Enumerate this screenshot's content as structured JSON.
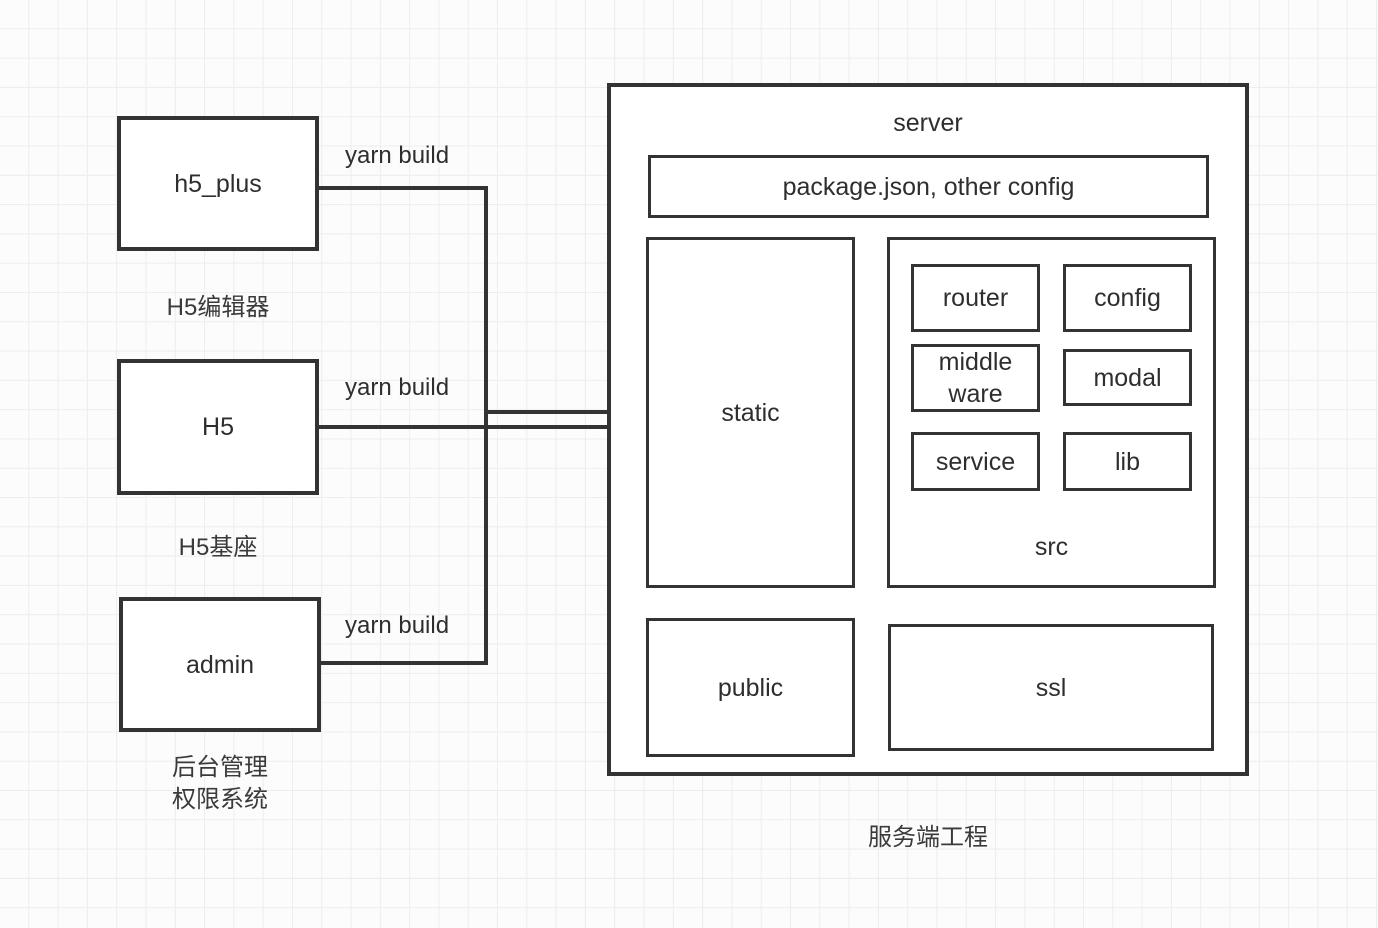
{
  "diagram": {
    "title": "服务端工程",
    "colors": {
      "stroke": "#333333",
      "text": "#2e2e2e",
      "background": "#fcfcfc",
      "grid": "#ededed",
      "box_fill": "#ffffff"
    }
  },
  "sources": [
    {
      "id": "h5_plus",
      "label": "h5_plus",
      "caption": "H5编辑器",
      "edge_label": "yarn build"
    },
    {
      "id": "h5",
      "label": "H5",
      "caption": "H5基座",
      "edge_label": "yarn build"
    },
    {
      "id": "admin",
      "label": "admin",
      "caption": "后台管理\n权限系统",
      "edge_label": "yarn build"
    }
  ],
  "server": {
    "title": "server",
    "caption": "服务端工程",
    "config_box": {
      "label": "package.json, other config"
    },
    "static_box": {
      "label": "static"
    },
    "src": {
      "title": "src",
      "items": [
        {
          "label": "router"
        },
        {
          "label": "config"
        },
        {
          "label": "middle\nware"
        },
        {
          "label": "modal"
        },
        {
          "label": "service"
        },
        {
          "label": "lib"
        }
      ]
    },
    "public_box": {
      "label": "public"
    },
    "ssl_box": {
      "label": "ssl"
    }
  }
}
